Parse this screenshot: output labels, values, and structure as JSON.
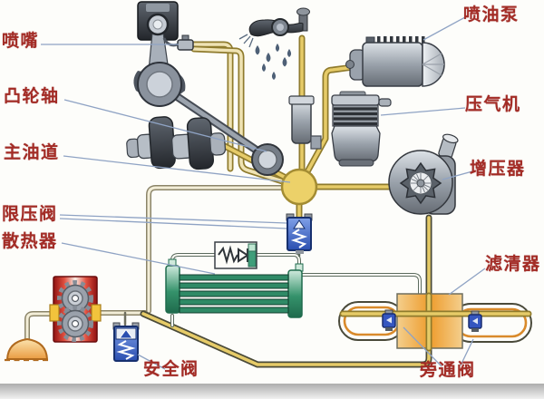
{
  "labels": {
    "nozzle": "喷嘴",
    "camshaft": "凸轮轴",
    "main_gallery": "主油道",
    "pressure_valve": "限压阀",
    "radiator": "散热器",
    "safety_valve": "安全阀",
    "injection_pump": "喷油泵",
    "compressor": "压气机",
    "turbocharger": "增压器",
    "filter": "滤清器",
    "bypass_valve": "旁通阀"
  },
  "colors": {
    "label_red": "#a32c26",
    "leader_blue": "#8fa3c4",
    "oil_pipe_yellow": "#e6cb68",
    "oil_pipe_edge": "#8f7b2d",
    "gallery_yellow": "#ecd169",
    "radiator_green": "#35926b",
    "filter_orange": "#ee9e2f",
    "valve_blue": "#2a4eb0",
    "pump_red": "#c22318"
  }
}
